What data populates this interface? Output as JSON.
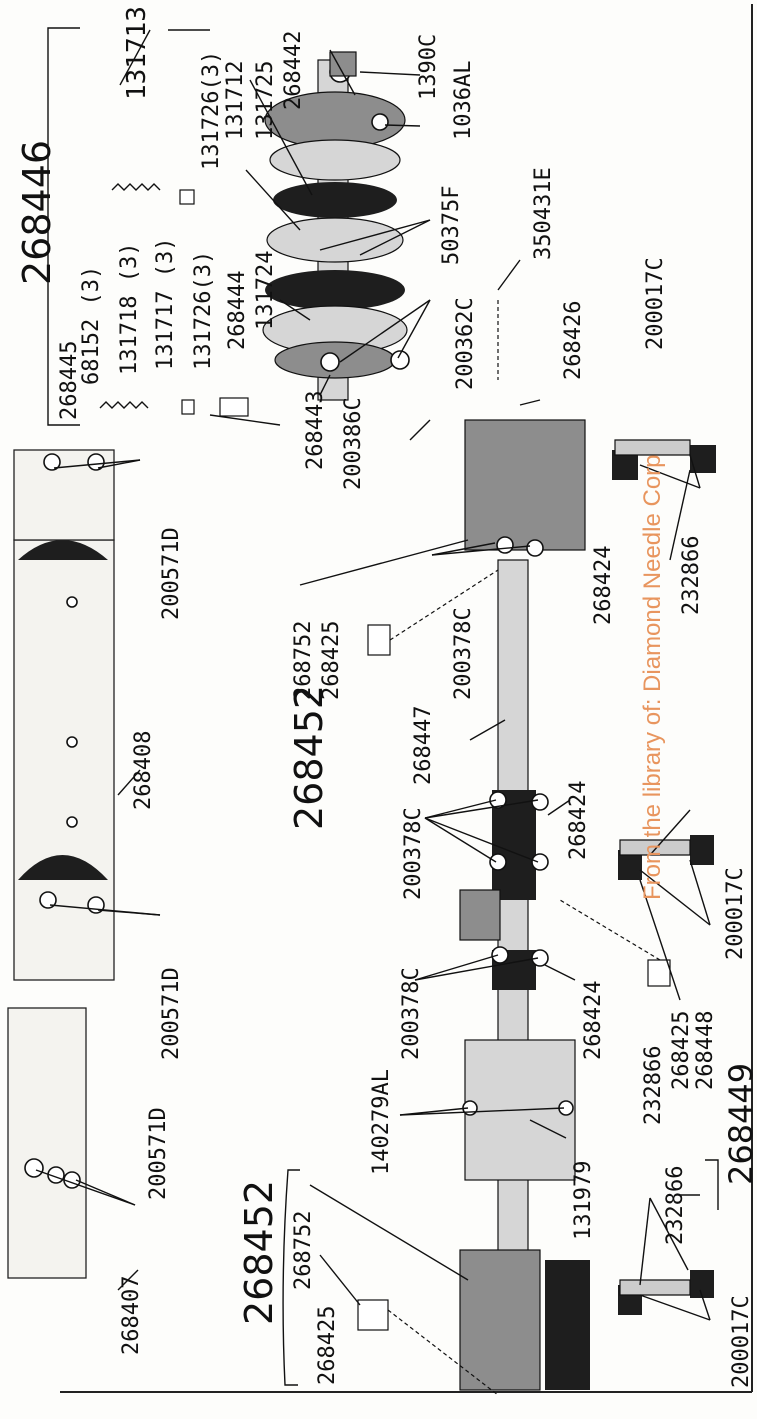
{
  "groups": {
    "g268446": "268446",
    "g268452_top": "268452",
    "g268452_bottom": "268452",
    "g268449": "268449"
  },
  "labels": {
    "l131713": "131713",
    "l1390C": "1390C",
    "l268442": "268442",
    "l1036AL": "1036AL",
    "l131725": "131725",
    "l131726_3_top": "131726(3)",
    "l131712": "131712",
    "l50375F": "50375F",
    "l68152_3": "68152 (3)",
    "l131718_3": "131718 (3)",
    "l131717_3": "131717 (3)",
    "l131726_3": "131726(3)",
    "l268445": "268445",
    "l268444": "268444",
    "l131724": "131724",
    "l350431E": "350431E",
    "l200362C": "200362C",
    "l200017C_top": "200017C",
    "l268426": "268426",
    "l268443": "268443",
    "l200386C": "200386C",
    "l232866_top": "232866",
    "l268424_a": "268424",
    "l200378C_a": "200378C",
    "l268752_top": "268752",
    "l268425_top": "268425",
    "l268447": "268447",
    "l200378C_b": "200378C",
    "l268424_b": "268424",
    "l200017C_mid": "200017C",
    "l200378C_c": "200378C",
    "l268424_c": "268424",
    "l268425_mid": "268425",
    "l268448": "268448",
    "l140279AL": "140279AL",
    "l131979": "131979",
    "l232866_mid": "232866",
    "l232866_bottom": "232866",
    "l200017C_bottom": "200017C",
    "l268752_bottom": "268752",
    "l268425_bottom": "268425",
    "l200571D_a": "200571D",
    "l268408": "268408",
    "l200571D_b": "200571D",
    "l200571D_c": "200571D",
    "l268407": "268407"
  },
  "watermark": "From the library of: Diamond Needle Corp",
  "colors": {
    "watermark": "#e8955e",
    "ink": "#111111"
  }
}
